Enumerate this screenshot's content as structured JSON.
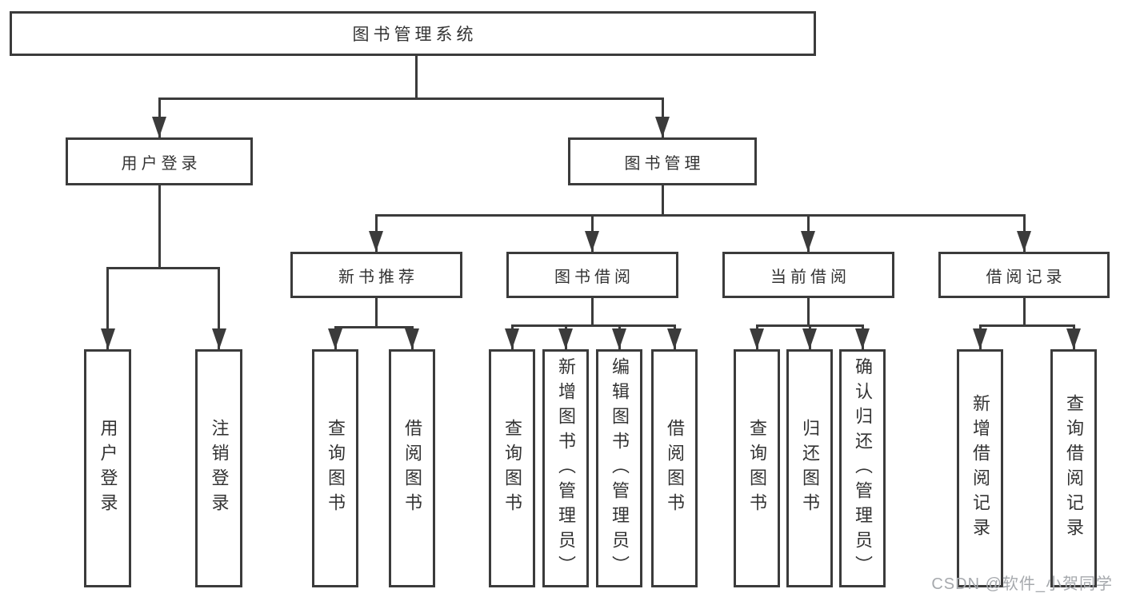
{
  "diagram": {
    "title": "图书管理系统",
    "type": "function-structure-tree",
    "colors": {
      "line": "#3b3b3b",
      "text": "#333333",
      "background": "#ffffff",
      "watermark": "#a6a9ad"
    },
    "tree": {
      "label": "图书管理系统",
      "children": [
        {
          "label": "用户登录",
          "children": [
            {
              "label": "用户登录"
            },
            {
              "label": "注销登录"
            }
          ]
        },
        {
          "label": "图书管理",
          "children": [
            {
              "label": "新书推荐",
              "children": [
                {
                  "label": "查询图书"
                },
                {
                  "label": "借阅图书"
                }
              ]
            },
            {
              "label": "图书借阅",
              "children": [
                {
                  "label": "查询图书"
                },
                {
                  "label": "新增图书（管理员）"
                },
                {
                  "label": "编辑图书（管理员）"
                },
                {
                  "label": "借阅图书"
                }
              ]
            },
            {
              "label": "当前借阅",
              "children": [
                {
                  "label": "查询图书"
                },
                {
                  "label": "归还图书"
                },
                {
                  "label": "确认归还（管理员）"
                }
              ]
            },
            {
              "label": "借阅记录",
              "children": [
                {
                  "label": "新增借阅记录"
                },
                {
                  "label": "查询借阅记录"
                }
              ]
            }
          ]
        }
      ]
    },
    "watermark": "CSDN @软件_小贺同学"
  }
}
